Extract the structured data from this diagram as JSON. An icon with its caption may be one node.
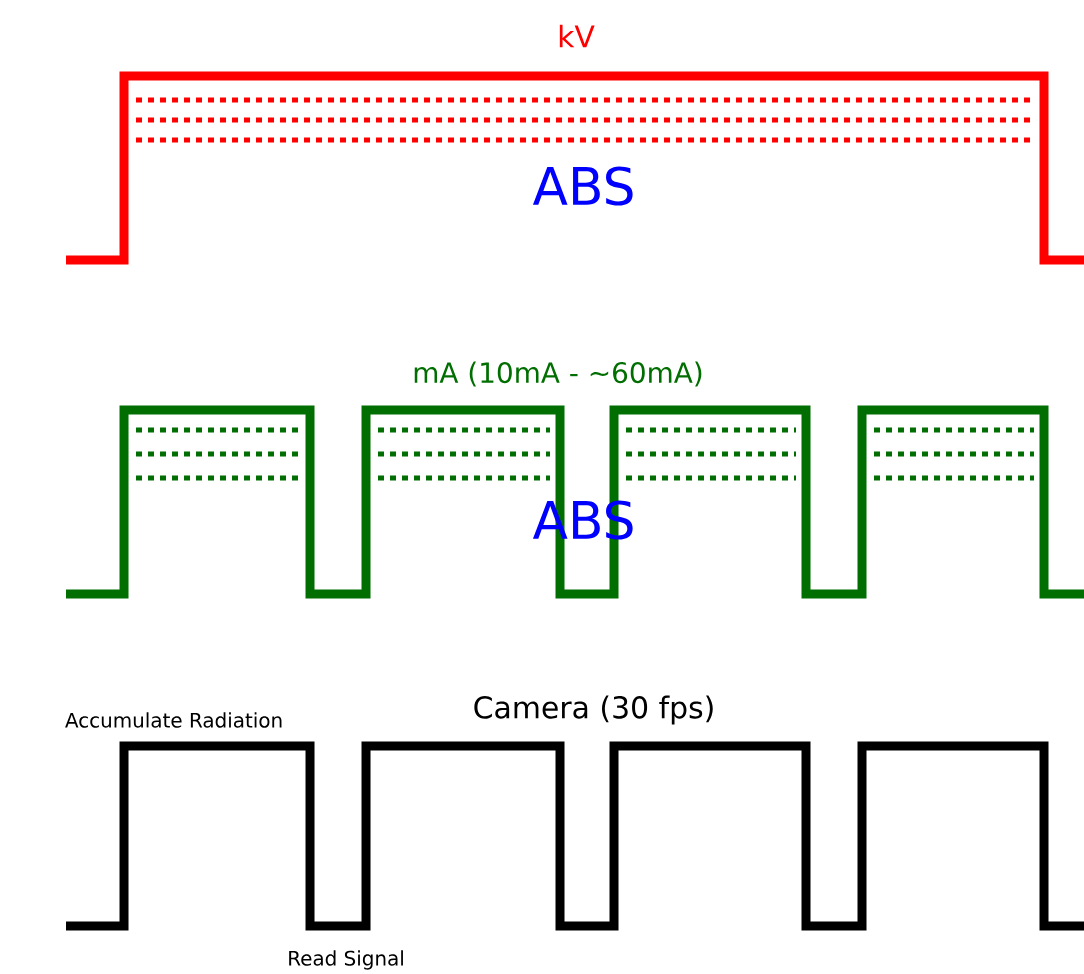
{
  "diagram": {
    "labels": [
      "kV",
      "ABS",
      "mA (10mA - ~60mA)",
      "ABS",
      "Accumulate Radiation",
      "Camera (30 fps)",
      "Read Signal"
    ]
  }
}
